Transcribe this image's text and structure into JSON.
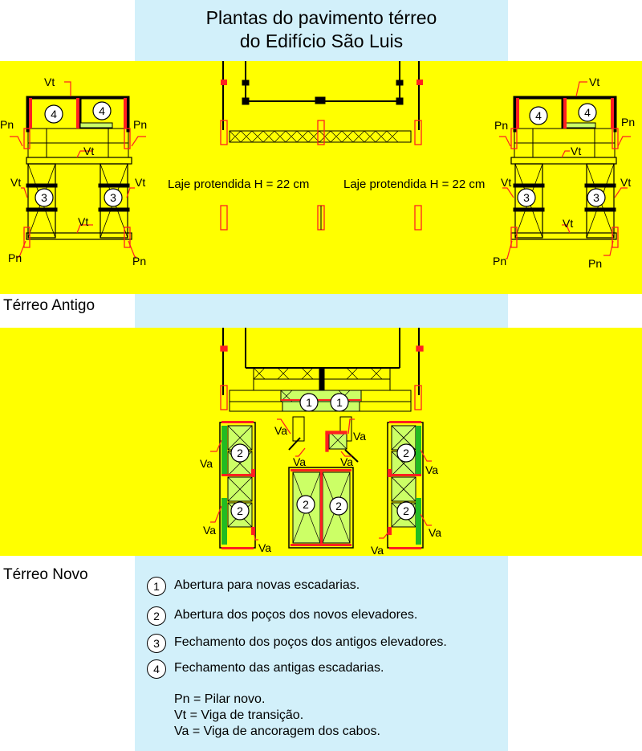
{
  "title": {
    "line1": "Plantas do pavimento térreo",
    "line2": "do Edifício São Luis"
  },
  "sections": {
    "old": "Térreo Antigo",
    "new": "Térreo Novo"
  },
  "slab_label": "Laje protendida H = 22 cm",
  "tags": {
    "pn": "Pn",
    "vt": "Vt",
    "va": "Va"
  },
  "legend": {
    "items": [
      {
        "num": "1",
        "text": "Abertura para novas escadarias."
      },
      {
        "num": "2",
        "text": "Abertura dos poços dos novos elevadores."
      },
      {
        "num": "3",
        "text": "Fechamento dos poços dos antigos elevadores."
      },
      {
        "num": "4",
        "text": "Fechamento das antigas escadarias."
      }
    ],
    "abbreviations": [
      "Pn = Pilar novo.",
      "Vt = Viga de transição.",
      "Va = Viga de ancoragem dos cabos."
    ]
  },
  "colors": {
    "yellow": "#ffff00",
    "cyan": "#d2f0fa",
    "red": "#ff2020",
    "green": "#22bb22",
    "light_green": "#ccff66"
  }
}
